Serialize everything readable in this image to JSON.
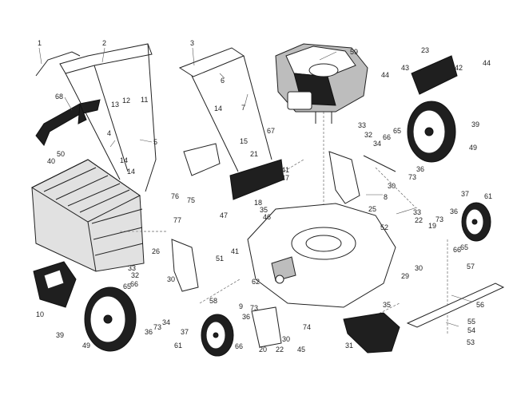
{
  "diagram": {
    "callouts": [
      {
        "label": "1"
      },
      {
        "label": "2"
      },
      {
        "label": "3"
      },
      {
        "label": "4"
      },
      {
        "label": "5"
      },
      {
        "label": "6"
      },
      {
        "label": "7"
      },
      {
        "label": "8"
      },
      {
        "label": "9"
      },
      {
        "label": "10"
      },
      {
        "label": "11"
      },
      {
        "label": "12"
      },
      {
        "label": "13"
      },
      {
        "label": "14"
      },
      {
        "label": "14"
      },
      {
        "label": "14"
      },
      {
        "label": "15"
      },
      {
        "label": "18"
      },
      {
        "label": "19"
      },
      {
        "label": "20"
      },
      {
        "label": "21"
      },
      {
        "label": "22"
      },
      {
        "label": "22"
      },
      {
        "label": "23"
      },
      {
        "label": "25"
      },
      {
        "label": "26"
      },
      {
        "label": "29"
      },
      {
        "label": "30"
      },
      {
        "label": "30"
      },
      {
        "label": "30"
      },
      {
        "label": "30"
      },
      {
        "label": "31"
      },
      {
        "label": "32"
      },
      {
        "label": "32"
      },
      {
        "label": "33"
      },
      {
        "label": "33"
      },
      {
        "label": "33"
      },
      {
        "label": "34"
      },
      {
        "label": "34"
      },
      {
        "label": "35"
      },
      {
        "label": "35"
      },
      {
        "label": "36"
      },
      {
        "label": "36"
      },
      {
        "label": "36"
      },
      {
        "label": "36"
      },
      {
        "label": "37"
      },
      {
        "label": "37"
      },
      {
        "label": "39"
      },
      {
        "label": "39"
      },
      {
        "label": "40"
      },
      {
        "label": "41"
      },
      {
        "label": "41"
      },
      {
        "label": "42"
      },
      {
        "label": "43"
      },
      {
        "label": "44"
      },
      {
        "label": "44"
      },
      {
        "label": "45"
      },
      {
        "label": "46"
      },
      {
        "label": "47"
      },
      {
        "label": "47"
      },
      {
        "label": "49"
      },
      {
        "label": "49"
      },
      {
        "label": "50"
      },
      {
        "label": "51"
      },
      {
        "label": "52"
      },
      {
        "label": "53"
      },
      {
        "label": "54"
      },
      {
        "label": "55"
      },
      {
        "label": "56"
      },
      {
        "label": "57"
      },
      {
        "label": "58"
      },
      {
        "label": "59"
      },
      {
        "label": "61"
      },
      {
        "label": "61"
      },
      {
        "label": "62"
      },
      {
        "label": "65"
      },
      {
        "label": "65"
      },
      {
        "label": "65"
      },
      {
        "label": "66"
      },
      {
        "label": "66"
      },
      {
        "label": "66"
      },
      {
        "label": "66"
      },
      {
        "label": "67"
      },
      {
        "label": "68"
      },
      {
        "label": "73"
      },
      {
        "label": "73"
      },
      {
        "label": "73"
      },
      {
        "label": "73"
      },
      {
        "label": "74"
      },
      {
        "label": "75"
      },
      {
        "label": "76"
      },
      {
        "label": "77"
      }
    ]
  }
}
